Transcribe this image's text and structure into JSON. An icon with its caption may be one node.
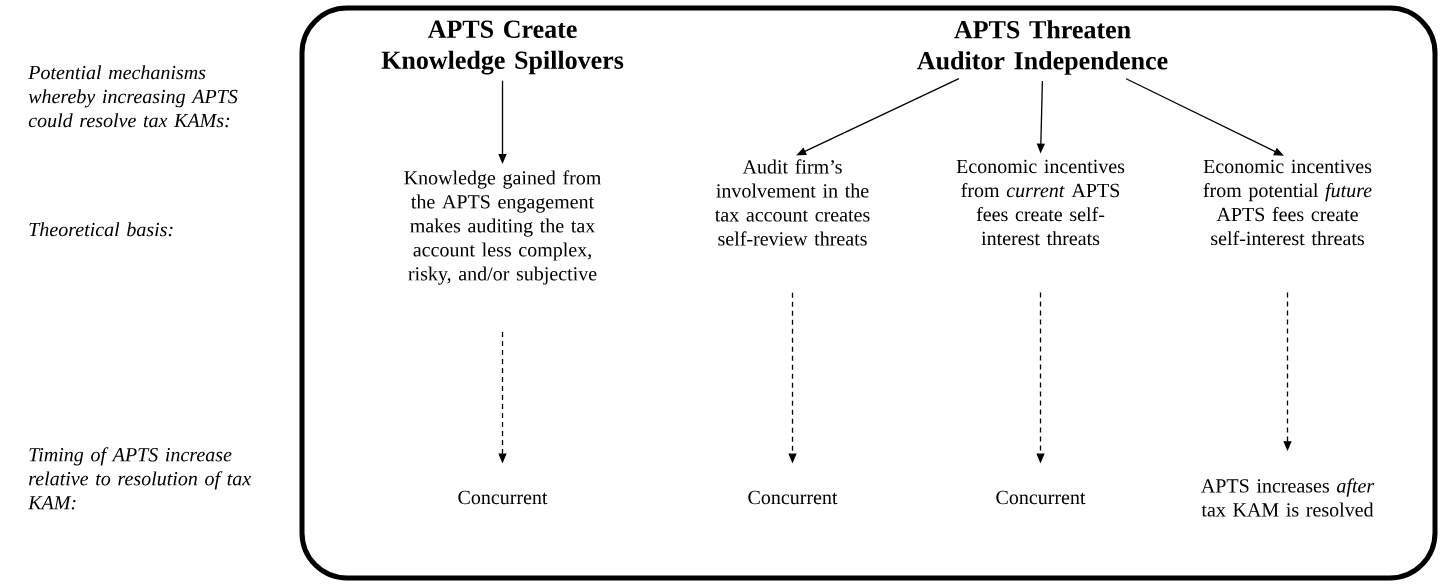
{
  "diagram": {
    "nodes": [
      {
        "text": [],
        "shape": "box"
      },
      {
        "text": [
          "APTS Create Knowledge Spillovers"
        ],
        "in": 0
      },
      {
        "text": [
          "APTS Threaten Auditor Independence"
        ],
        "in": 0
      },
      {
        "text": [
          "Knowledge gained from the APTS engagement makes auditing the tax account less complex, risky, and/or subjective"
        ],
        "in": 0
      },
      {
        "text": [
          "Audit firm’s involvement in the tax account creates self-review threats"
        ],
        "in": 0
      },
      {
        "text": [
          "Economic incentives from *current* APTS fees create self-interest threats"
        ],
        "in": 0
      },
      {
        "text": [
          "Economic incentives from potential *future* APTS fees create self-interest threats"
        ],
        "in": 0
      },
      {
        "text": [
          "Concurrent"
        ],
        "in": 0
      },
      {
        "text": [
          "Concurrent"
        ],
        "in": 0
      },
      {
        "text": [
          "Concurrent"
        ],
        "in": 0
      },
      {
        "text": [
          "APTS increases *after* tax KAM is resolved"
        ],
        "in": 0
      }
    ],
    "edges": [
      {
        "from": 1,
        "to": 3,
        "arrow": "to"
      },
      {
        "from": 2,
        "to": 4,
        "arrow": "to"
      },
      {
        "from": 2,
        "to": 5,
        "arrow": "to"
      },
      {
        "from": 2,
        "to": 6,
        "arrow": "to"
      },
      {
        "from": 3,
        "to": 7,
        "arrow": "to",
        "style": "dashed"
      },
      {
        "from": 4,
        "to": 8,
        "arrow": "to",
        "style": "dashed"
      },
      {
        "from": 5,
        "to": 9,
        "arrow": "to",
        "style": "dashed"
      },
      {
        "from": 6,
        "to": 10,
        "arrow": "to",
        "style": "dashed"
      }
    ],
    "labels": [
      "Potential mechanisms whereby increasing APTS could resolve tax KAMs:",
      "Theoretical basis:",
      "Timing of APTS increase relative to resolution of tax KAM:"
    ]
  }
}
